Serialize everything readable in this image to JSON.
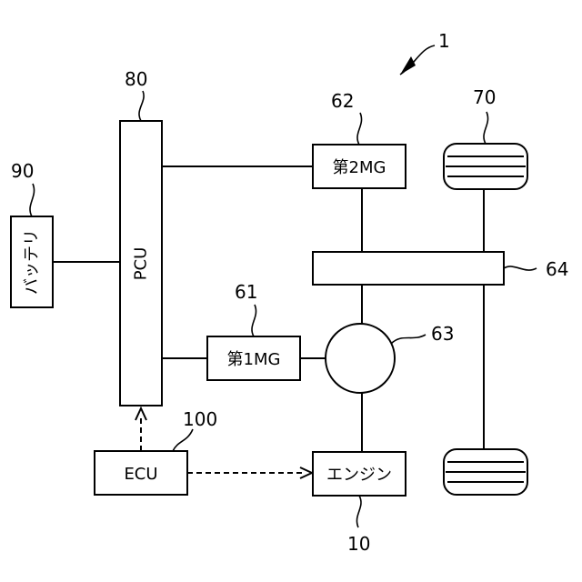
{
  "figure_ref": "1",
  "blocks": {
    "pcu": {
      "ref": "80",
      "label": "PCU"
    },
    "battery": {
      "ref": "90",
      "label": "バッテリ"
    },
    "mg2": {
      "ref": "62",
      "label": "第2MG"
    },
    "mg1": {
      "ref": "61",
      "label": "第1MG"
    },
    "shaft": {
      "ref": "64"
    },
    "planetary": {
      "ref": "63"
    },
    "engine": {
      "ref": "10",
      "label": "エンジン"
    },
    "ecu": {
      "ref": "100",
      "label": "ECU"
    },
    "wheels": {
      "ref": "70"
    }
  },
  "colors": {
    "line": "#000000",
    "background": "#ffffff"
  }
}
